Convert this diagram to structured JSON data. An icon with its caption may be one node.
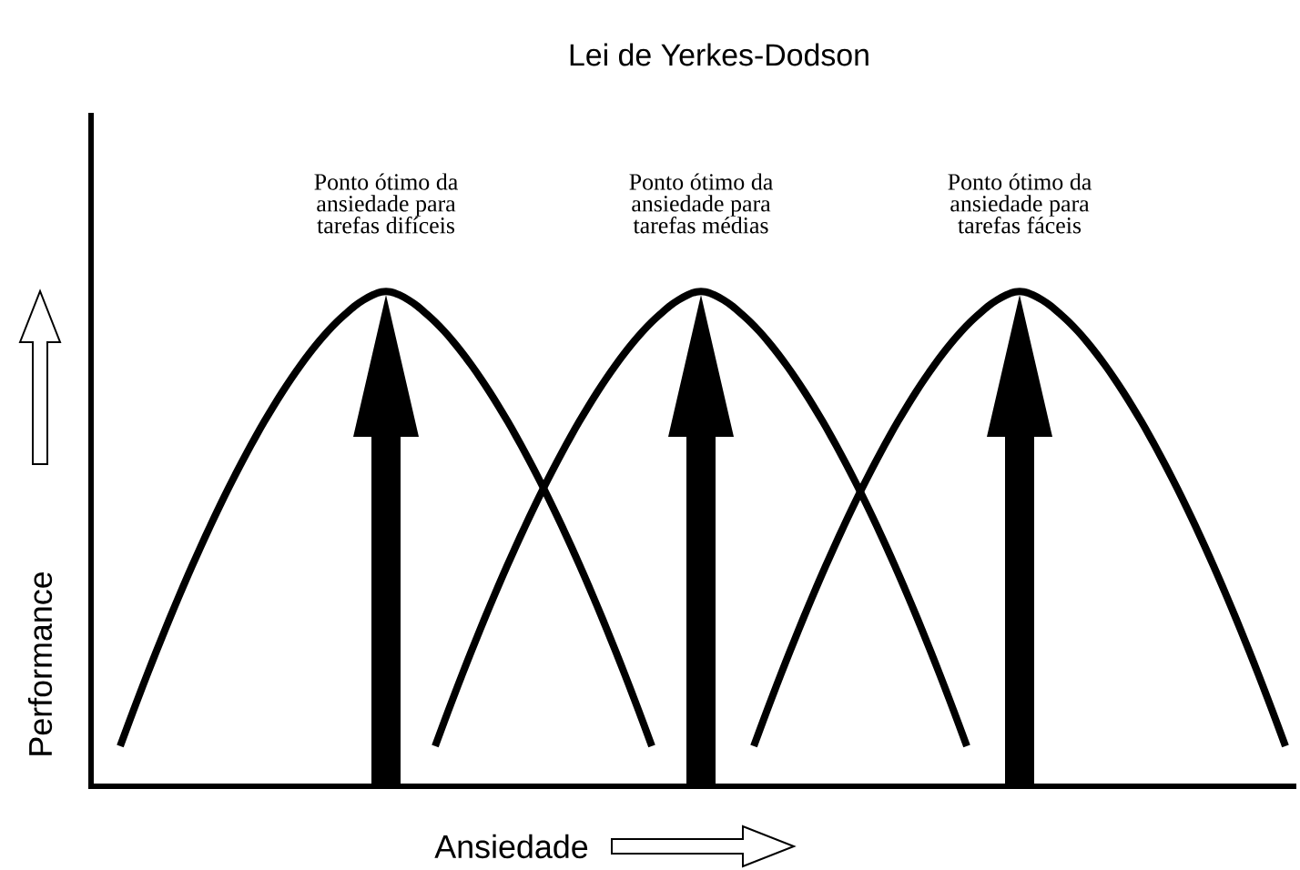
{
  "diagram": {
    "title": "Lei de Yerkes-Dodson",
    "labels": [
      "Ponto ótimo da ansiedade para tarefas difíceis",
      "Ponto ótimo da ansiedade para tarefas médias",
      "Ponto ótimo da ansiedade para tarefas fáceis",
      "Performance",
      "Ansiedade"
    ]
  }
}
